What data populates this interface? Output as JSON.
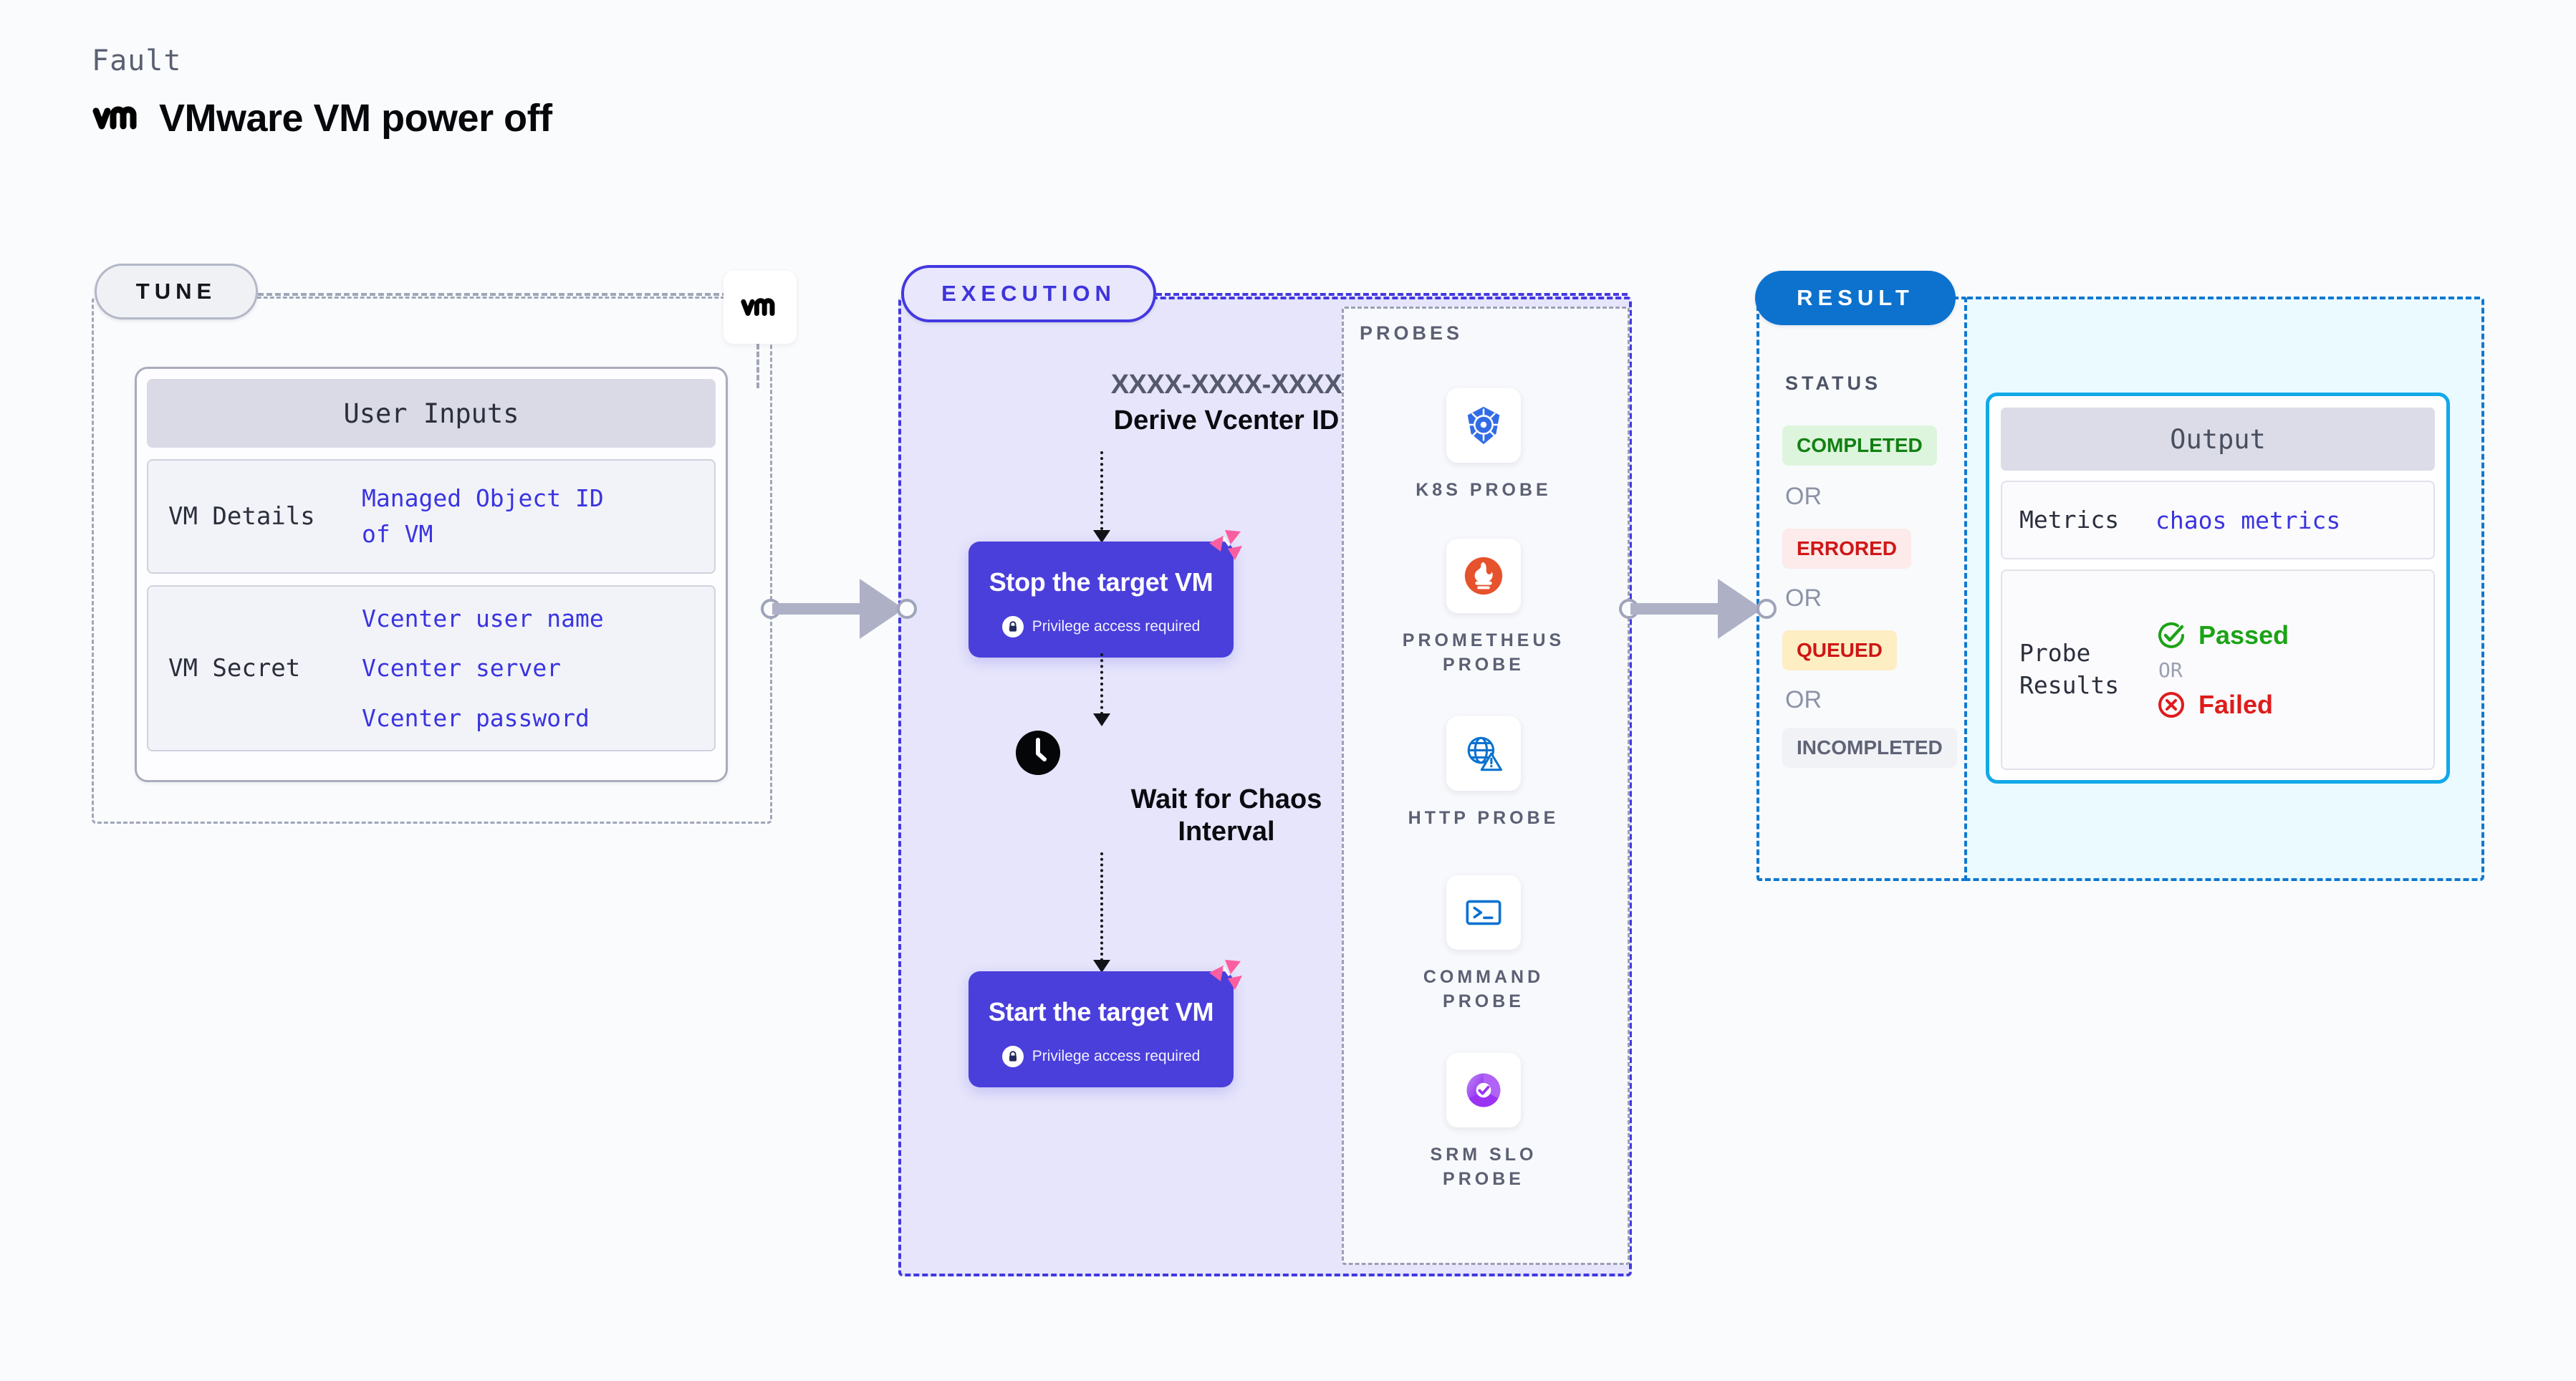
{
  "header": {
    "kicker": "Fault",
    "title": "VMware VM power off",
    "logo_icon": "vmware-vm-logo"
  },
  "tune": {
    "pill_label": "TUNE",
    "badge_icon": "vmware-vm-logo",
    "card": {
      "header": "User Inputs",
      "rows": [
        {
          "key": "VM Details",
          "values": [
            "Managed Object ID",
            "of VM"
          ]
        },
        {
          "key": "VM Secret",
          "values": [
            "Vcenter user name",
            "Vcenter server",
            "Vcenter password"
          ]
        }
      ]
    }
  },
  "execution": {
    "pill_label": "EXECUTION",
    "derive_id": "XXXX-XXXX-XXXX",
    "derive_label": "Derive Vcenter ID",
    "steps": [
      {
        "title": "Stop the target VM",
        "sub": "Privilege access required",
        "lock_icon": "lock-icon",
        "corner_icon": "litmus-icon"
      },
      {
        "title": "Start the target VM",
        "sub": "Privilege access required",
        "lock_icon": "lock-icon",
        "corner_icon": "litmus-icon"
      }
    ],
    "wait": {
      "icon": "clock-icon",
      "line1": "Wait for Chaos",
      "line2": "Interval"
    }
  },
  "probes": {
    "title": "PROBES",
    "items": [
      {
        "name": "K8S PROBE",
        "icon": "kubernetes-icon"
      },
      {
        "name": "PROMETHEUS PROBE",
        "icon": "prometheus-icon"
      },
      {
        "name": "HTTP PROBE",
        "icon": "http-globe-warning-icon"
      },
      {
        "name": "COMMAND PROBE",
        "icon": "terminal-icon"
      },
      {
        "name": "SRM SLO PROBE",
        "icon": "srm-slo-icon"
      }
    ]
  },
  "result": {
    "pill_label": "RESULT",
    "status_label": "STATUS",
    "or_label": "OR",
    "statuses": [
      {
        "label": "COMPLETED",
        "bg": "#ddf5dc",
        "fg": "#128013"
      },
      {
        "label": "ERRORED",
        "bg": "#fdeaea",
        "fg": "#cf1616"
      },
      {
        "label": "QUEUED",
        "bg": "#fdeec3",
        "fg": "#cf1616"
      },
      {
        "label": "INCOMPLETED",
        "bg": "#f1f2f6",
        "fg": "#5f6376"
      }
    ],
    "output": {
      "header": "Output",
      "metrics_key": "Metrics",
      "metrics_value": "chaos metrics",
      "probe_results_key": "Probe Results",
      "passed_label": "Passed",
      "failed_label": "Failed",
      "or_label": "OR",
      "passed_icon": "check-circle-icon",
      "failed_icon": "x-circle-icon"
    }
  },
  "connectors": [
    {
      "name": "tune-to-execution"
    },
    {
      "name": "execution-to-result"
    }
  ],
  "colors": {
    "accent_purple": "#4a3fdb",
    "accent_blue": "#0d72cd",
    "accent_cyan": "#12a9e8",
    "link_blue": "#3a34e0",
    "pink": "#fb5ea0"
  }
}
